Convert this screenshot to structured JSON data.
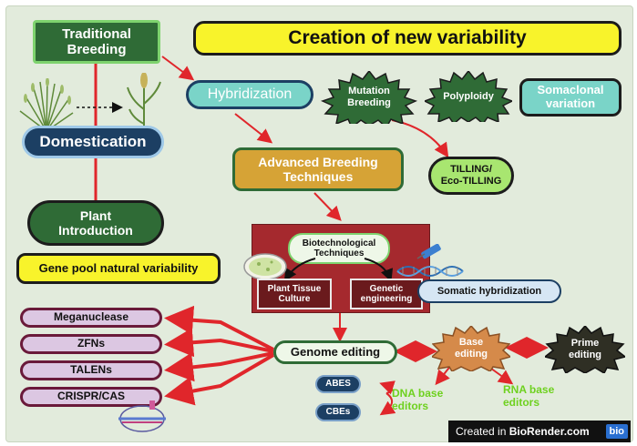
{
  "title": "Creation of new variability",
  "nodes": {
    "traditional_breeding": "Traditional\nBreeding",
    "domestication": "Domestication",
    "plant_introduction": "Plant\nIntroduction",
    "gene_pool": "Gene pool natural variability",
    "hybridization": "Hybridization",
    "mutation_breeding": "Mutation\nBreeding",
    "polyploidy": "Polyploidy",
    "somaclonal": "Somaclonal\nvariation",
    "tilling": "TILLING/\nEco-TILLING",
    "advanced_breeding": "Advanced Breeding\nTechniques",
    "biotech_techniques": "Biotechnological\nTechniques",
    "plant_tissue_culture": "Plant Tissue\nCulture",
    "genetic_engineering": "Genetic\nengineering",
    "somatic_hybridization": "Somatic hybridization",
    "genome_editing": "Genome editing",
    "base_editing": "Base\nediting",
    "prime_editing": "Prime\nediting",
    "abes": "ABES",
    "cbes": "CBEs",
    "dna_base_editors": "DNA base\neditors",
    "rna_base_editors": "RNA base\neditors"
  },
  "nucleases": [
    "Meganuclease",
    "ZFNs",
    "TALENs",
    "CRISPR/CAS"
  ],
  "watermark": {
    "prefix": "Created in ",
    "brand": "BioRender.com",
    "badge": "bio"
  },
  "colors": {
    "panel": "#e2ebdc",
    "title_fill": "#f8f32b",
    "dark_green": "#2f6b36",
    "navy": "#1c3f63",
    "teal": "#7ad4c8",
    "golden": "#d6a336",
    "maroon": "#a5292e",
    "lavender": "#dcc7e2",
    "arrow_red": "#e0262b",
    "lime_text": "#6ed11f",
    "orange_burst": "#d58a4a"
  }
}
